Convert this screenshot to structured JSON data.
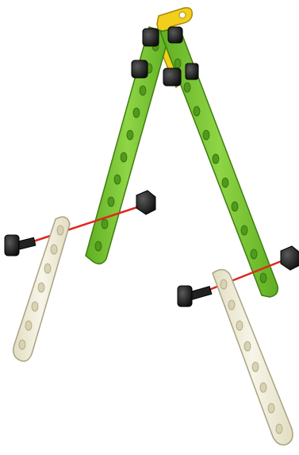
{
  "diagram": {
    "colors": {
      "background": "#ffffff",
      "green_strip": "#7dc832",
      "green_edge": "#3f7d10",
      "green_hole": "#4f9a1c",
      "cream_strip": "#f1eedb",
      "cream_edge": "#a9a382",
      "yellow_bracket": "#f2cf1d",
      "yellow_edge": "#a98a06",
      "bolt": "#1b1b1b",
      "bolt_highlight": "#5a5a5a",
      "guide_line": "#e0271f"
    },
    "parts": [
      {
        "name": "yellow-angle-bracket",
        "color": "yellow"
      },
      {
        "name": "left-green-strip",
        "color": "green"
      },
      {
        "name": "right-green-strip",
        "color": "green"
      },
      {
        "name": "left-cream-strip",
        "color": "cream"
      },
      {
        "name": "right-cream-strip",
        "color": "cream"
      },
      {
        "name": "bolts",
        "color": "black"
      },
      {
        "name": "nuts",
        "color": "black"
      },
      {
        "name": "alignment-guide-lines",
        "color": "red"
      }
    ]
  }
}
